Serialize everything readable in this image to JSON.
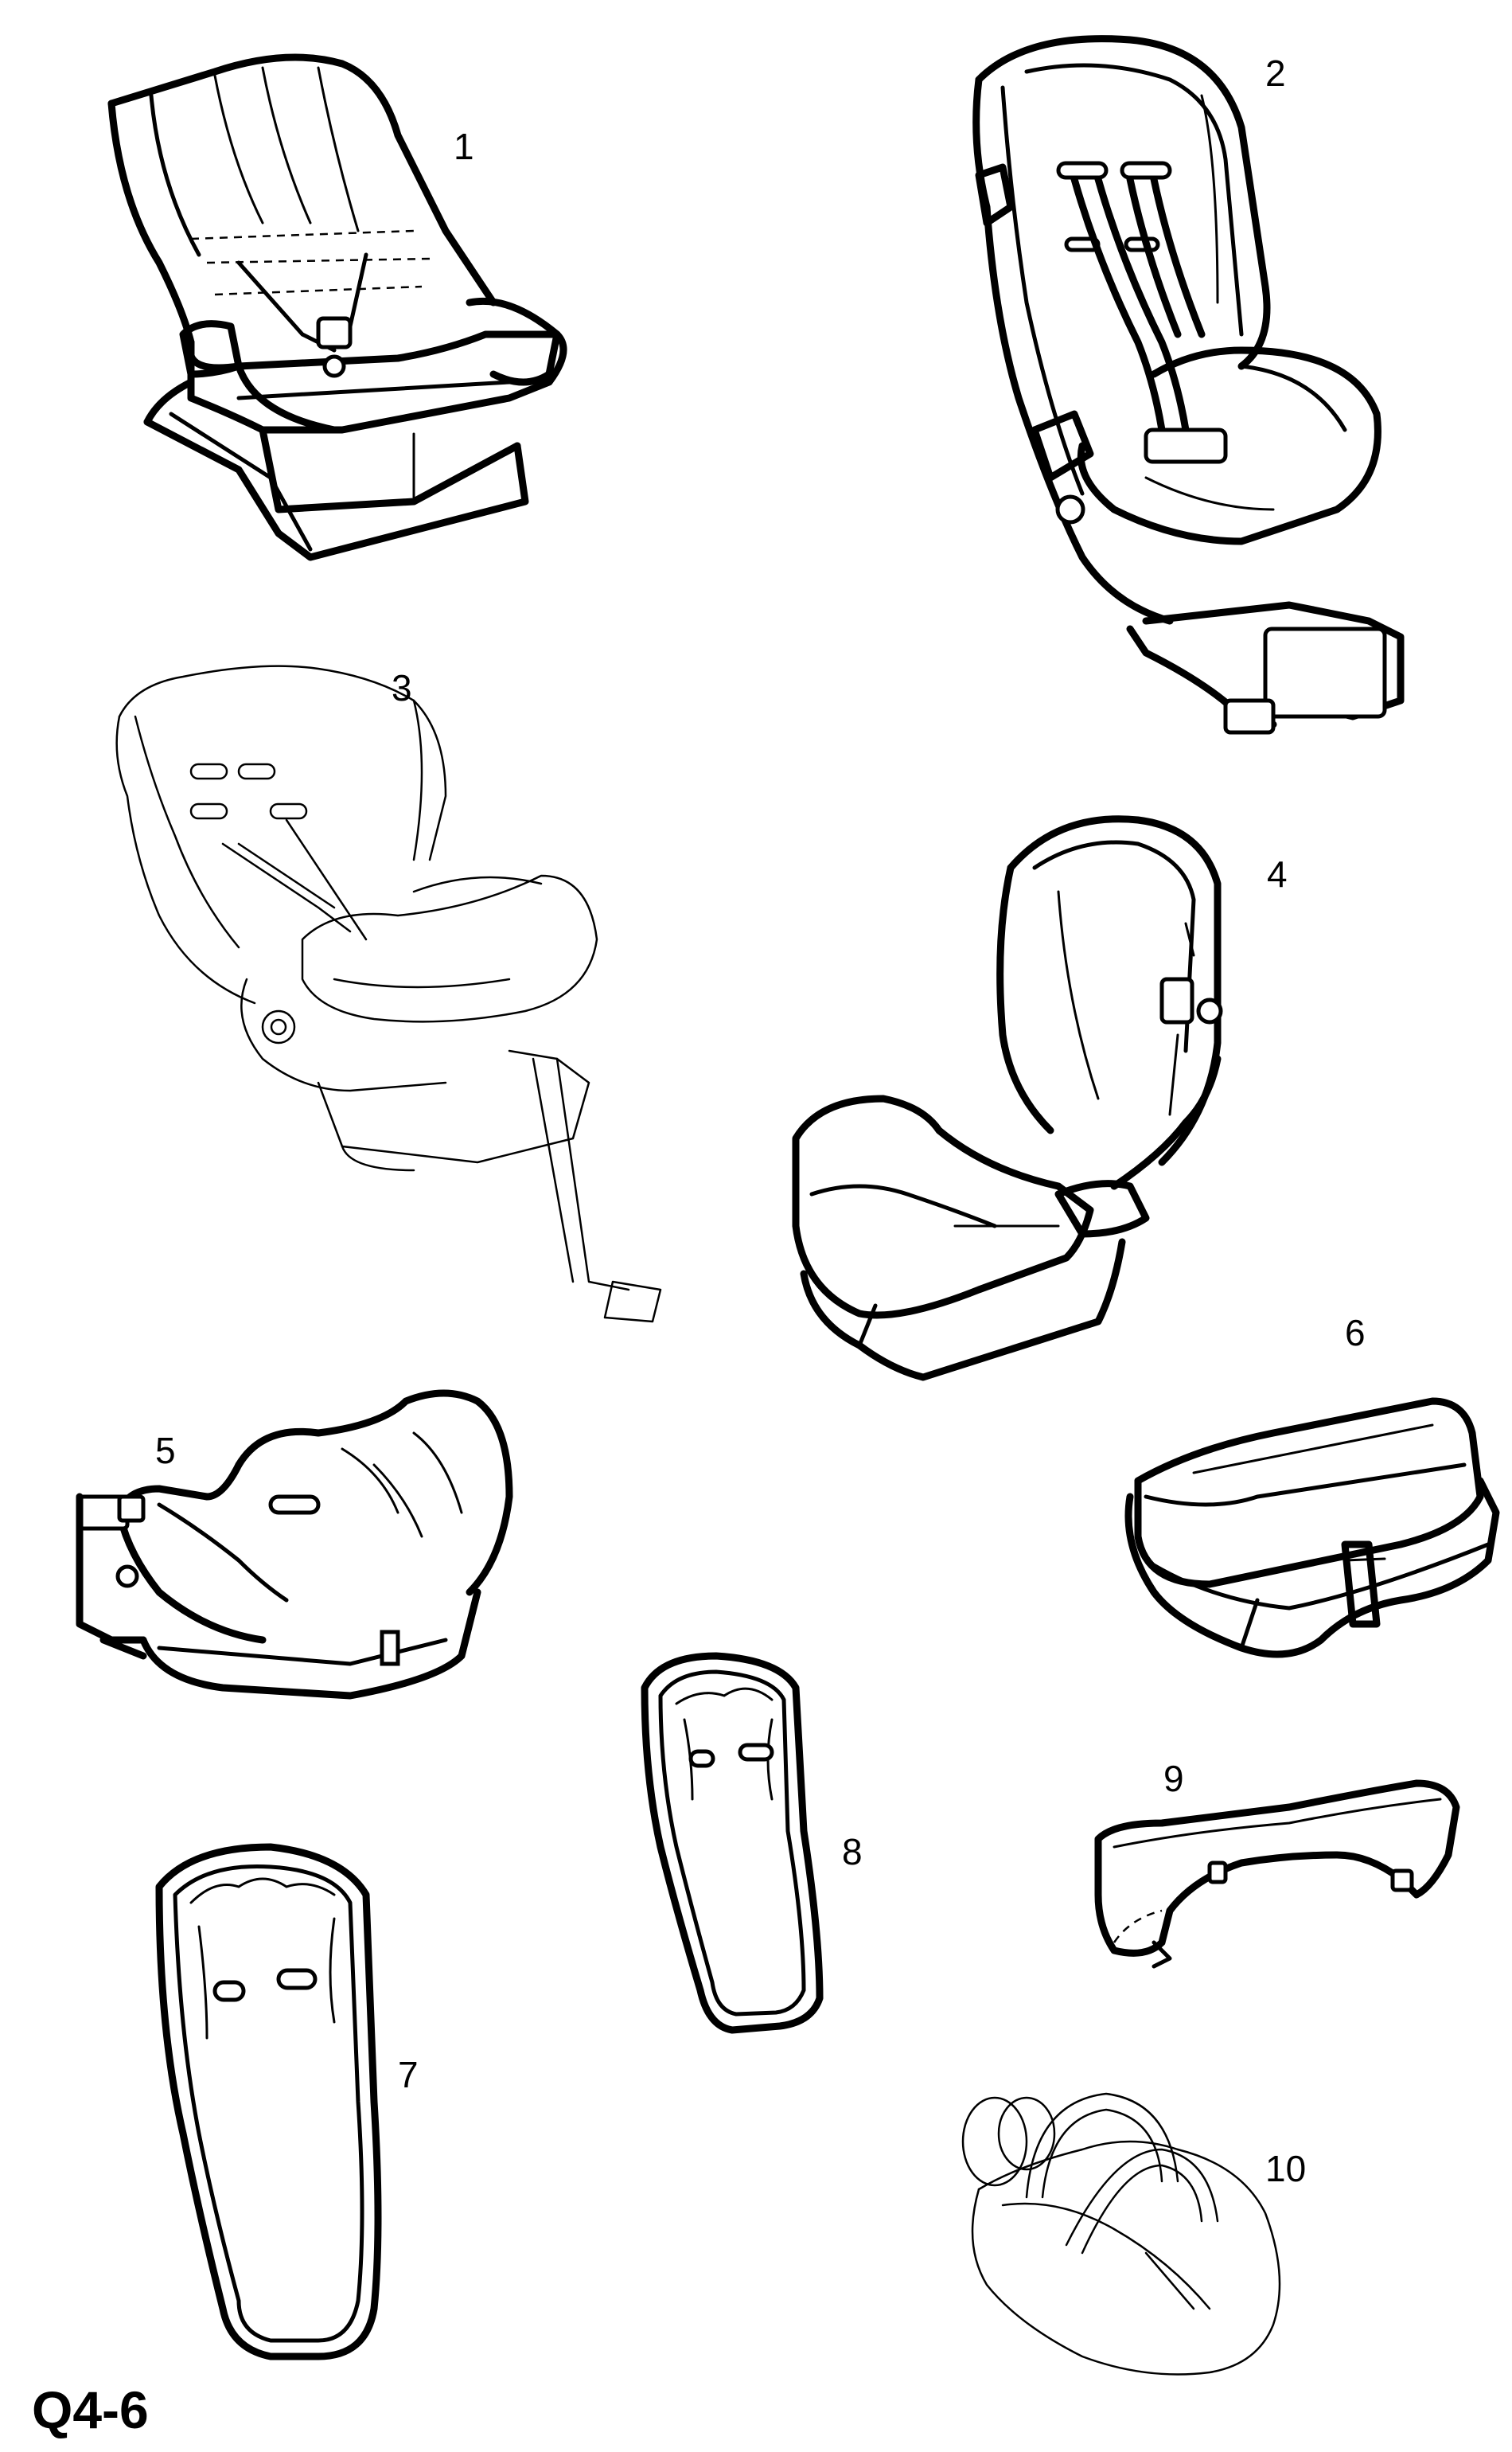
{
  "sheet": {
    "reference": "Q4-6",
    "callouts": [
      "1",
      "2",
      "3",
      "4",
      "5",
      "6",
      "7",
      "8",
      "9",
      "10"
    ]
  },
  "illustrations": [
    {
      "callout": "1",
      "icon": "infant-carrier-seat-icon"
    },
    {
      "callout": "2",
      "icon": "child-seat-with-harness-icon"
    },
    {
      "callout": "3",
      "icon": "child-seat-outline-with-tether-icon"
    },
    {
      "callout": "4",
      "icon": "booster-seat-with-backrest-icon"
    },
    {
      "callout": "5",
      "icon": "child-seat-base-shell-icon"
    },
    {
      "callout": "6",
      "icon": "booster-cushion-icon"
    },
    {
      "callout": "7",
      "icon": "seat-cover-large-icon"
    },
    {
      "callout": "8",
      "icon": "seat-cover-small-icon"
    },
    {
      "callout": "9",
      "icon": "impact-shield-icon"
    },
    {
      "callout": "10",
      "icon": "carry-bag-icon"
    }
  ],
  "colors": {
    "ink": "#000000",
    "paper": "#ffffff"
  }
}
